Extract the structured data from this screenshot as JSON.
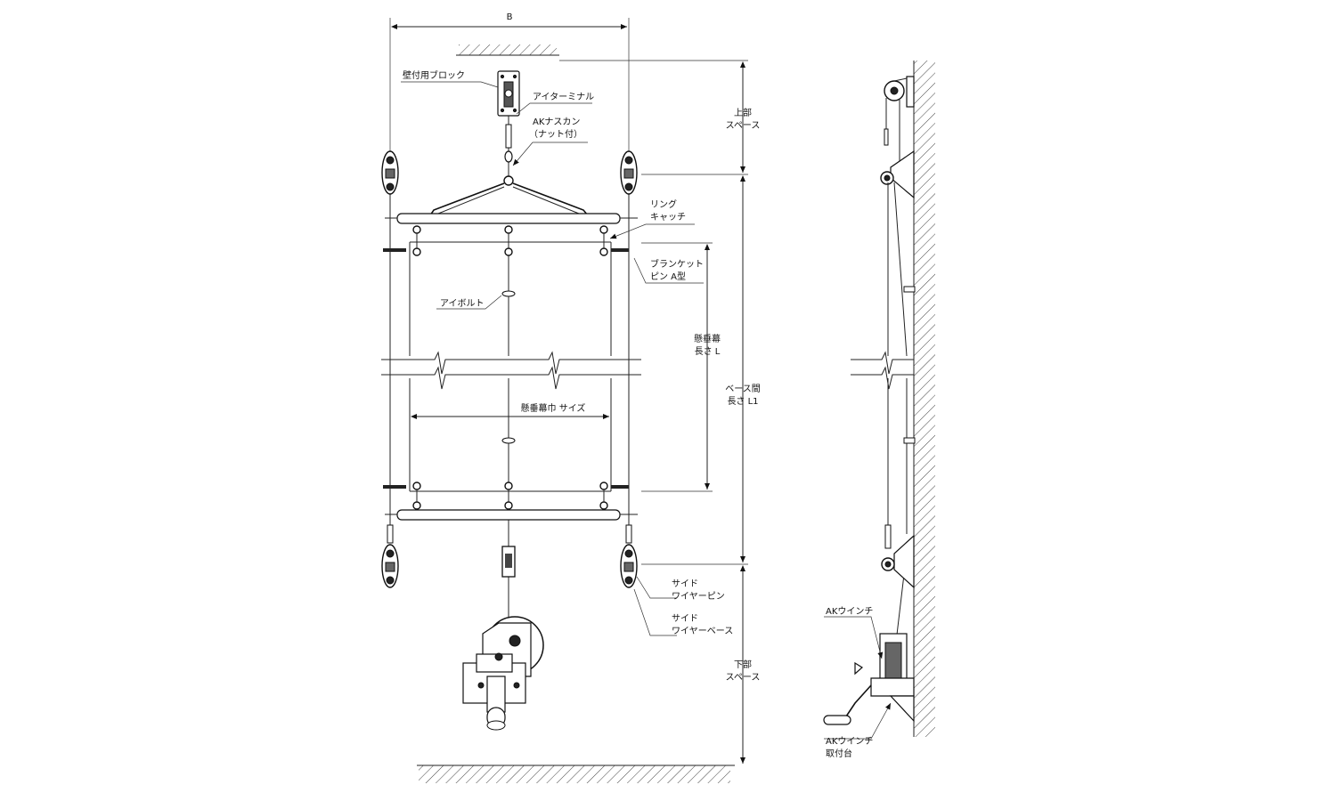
{
  "labels": {
    "width_B": "B",
    "wall_block": "壁付用ブロック",
    "eye_terminal": "アイターミナル",
    "ak_nasukan": "AKナスカン",
    "with_nut": "（ナット付）",
    "ring": "リング",
    "catch": "キャッチ",
    "blanket": "ブランケット",
    "pin_a": "ピン A型",
    "eyebolt": "アイボルト",
    "banner_len_1": "懸垂幕",
    "banner_len_2": "長さ L",
    "top_space_1": "上部",
    "top_space_2": "スペース",
    "base_len_1": "ベース間",
    "base_len_2": "長さ L1",
    "banner_width": "懸垂幕巾 サイズ",
    "side_pin_1": "サイド",
    "side_pin_2": "ワイヤーピン",
    "side_base_1": "サイド",
    "side_base_2": "ワイヤーベース",
    "bottom_space_1": "下部",
    "bottom_space_2": "スペース",
    "ak_winch": "AKウインチ",
    "winch_mount_1": "AKウインチ",
    "winch_mount_2": "取付台"
  }
}
